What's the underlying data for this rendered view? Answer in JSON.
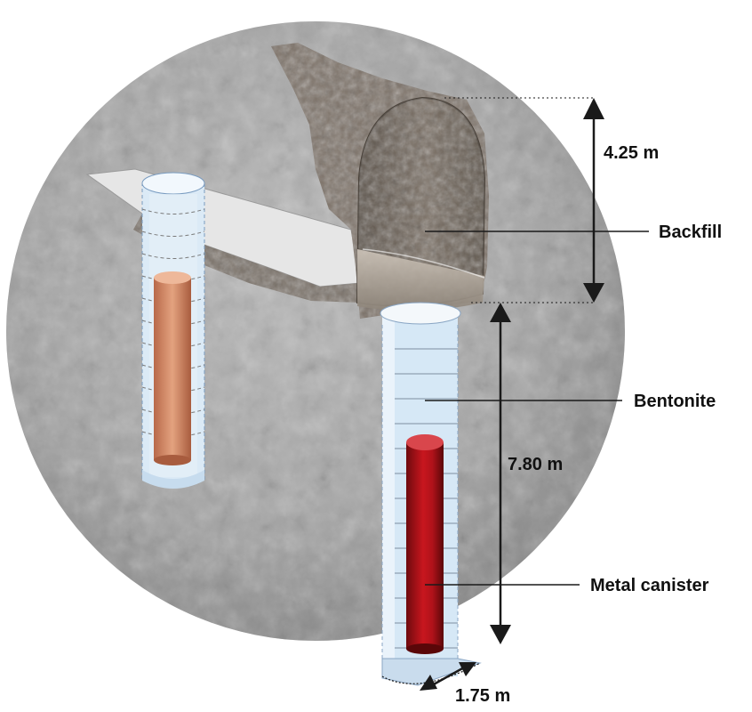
{
  "labels": {
    "backfill": "Backfill",
    "bentonite": "Bentonite",
    "metal_canister": "Metal canister"
  },
  "dimensions": {
    "tunnel_height": "4.25 m",
    "hole_depth": "7.80 m",
    "hole_diameter": "1.75 m"
  },
  "colors": {
    "rock": "#a9a9a9",
    "rock_dark": "#8f8f8f",
    "tunnel_inner": "#6e645a",
    "backfill": "#7d7268",
    "bentonite": "#d6e8f6",
    "canister_red": "#b3121a",
    "canister_copper": "#d08a64",
    "line": "#1a1a1a"
  },
  "icons": {
    "dimension_arrow": "double-headed-arrow-icon"
  }
}
